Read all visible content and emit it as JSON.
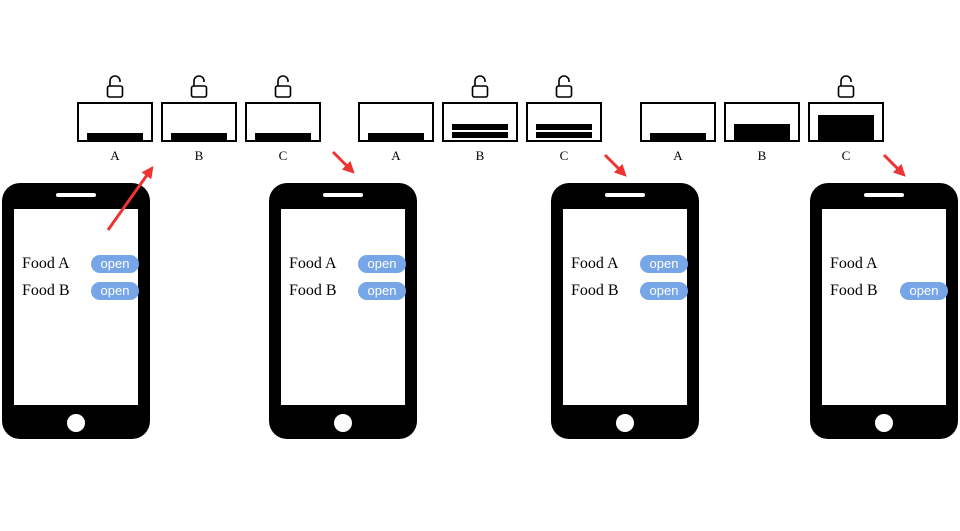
{
  "colors": {
    "open_button": "#76a5e8",
    "arrow": "#ee3333",
    "ink": "#000000"
  },
  "icons": {
    "bin_lock": "open-padlock-icon"
  },
  "bin_groups": [
    {
      "bins": [
        {
          "label": "A",
          "fill_fraction": 0.2,
          "stacked": false
        },
        {
          "label": "B",
          "fill_fraction": 0.2,
          "stacked": false
        },
        {
          "label": "C",
          "fill_fraction": 0.2,
          "stacked": false
        }
      ]
    },
    {
      "bins": [
        {
          "label": "A",
          "fill_fraction": 0.2,
          "stacked": false
        },
        {
          "label": "B",
          "fill_fraction": 0.45,
          "stacked": true
        },
        {
          "label": "C",
          "fill_fraction": 0.45,
          "stacked": true
        }
      ]
    },
    {
      "bins": [
        {
          "label": "A",
          "fill_fraction": 0.2,
          "stacked": false
        },
        {
          "label": "B",
          "fill_fraction": 0.45,
          "stacked": false
        },
        {
          "label": "C",
          "fill_fraction": 0.7,
          "stacked": false
        }
      ]
    }
  ],
  "phones": [
    {
      "items": [
        {
          "name": "Food A",
          "button": "open"
        },
        {
          "name": "Food B",
          "button": "open"
        }
      ]
    },
    {
      "items": [
        {
          "name": "Food A",
          "button": "open"
        },
        {
          "name": "Food B",
          "button": "open"
        }
      ]
    },
    {
      "items": [
        {
          "name": "Food A",
          "button": "open"
        },
        {
          "name": "Food B",
          "button": "open"
        }
      ]
    },
    {
      "items": [
        {
          "name": "Food A",
          "button": ""
        },
        {
          "name": "Food B",
          "button": "open"
        }
      ]
    }
  ]
}
